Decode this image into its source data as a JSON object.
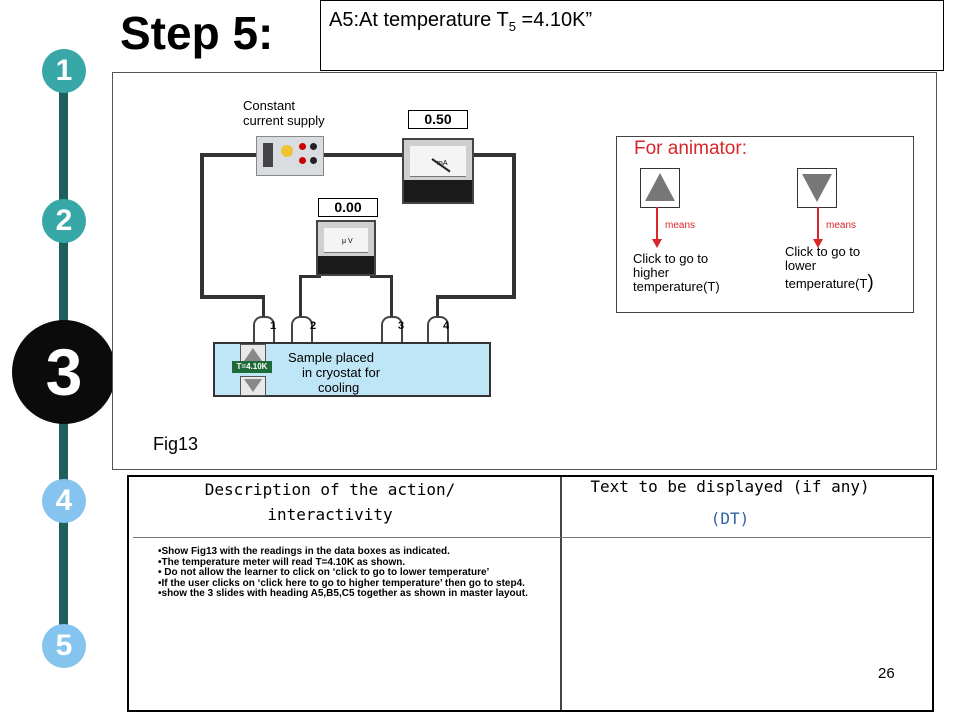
{
  "title": "Step 5:",
  "heading": {
    "prefix": "A5:At  temperature T",
    "subscript": "5",
    "suffix": " =4.10K”"
  },
  "steps": [
    "1",
    "2",
    "3",
    "4",
    "5"
  ],
  "active_step": "3",
  "diagram": {
    "supply_label_line1": "Constant",
    "supply_label_line2": "current supply",
    "ammeter_reading": "0.50",
    "ammeter_unit": "mA",
    "voltmeter_reading": "0.00",
    "voltmeter_unit": "μ V",
    "probe_numbers": [
      "1",
      "2",
      "3",
      "4"
    ],
    "sample_line1": "Sample placed",
    "sample_line2": "in cryostat for",
    "sample_line3": "cooling",
    "temperature_display": "T=4.10K",
    "figure_caption": "Fig13"
  },
  "animator": {
    "title": "For animator:",
    "means_left": "means",
    "means_right": "means",
    "left_line1": "Click to go to",
    "left_line2": "higher",
    "left_line3": "temperature(T)",
    "right_line1": "Click to go to",
    "right_line2": "lower",
    "right_line3_a": "temperature(T",
    "right_line3_b": ")"
  },
  "table": {
    "col1_header_line1": "Description of the action/",
    "col1_header_line2": "interactivity",
    "col2_header_line1": "Text to be displayed (if any)",
    "col2_header_line2": "(DT)",
    "bullets": [
      "•Show Fig13 with the readings in the data boxes as indicated.",
      "•The temperature meter will read T=4.10K as shown.",
      "• Do not allow the learner to click on ‘click to go to lower temperature’",
      "•If the user clicks on ‘click here to go to higher temperature’ then go to step4.",
      "•show  the 3 slides with heading A5,B5,C5 together as shown in master layout."
    ],
    "page_number": "26"
  },
  "colors": {
    "rail": "#1f5f5c",
    "step_circle": "#37a7a8",
    "active_circle": "#0b0b0b",
    "faded_circle": "#85c4ee",
    "animator_title": "#d9262a",
    "dt_text": "#2f62a8",
    "cryostat": "#bfe6f7"
  }
}
